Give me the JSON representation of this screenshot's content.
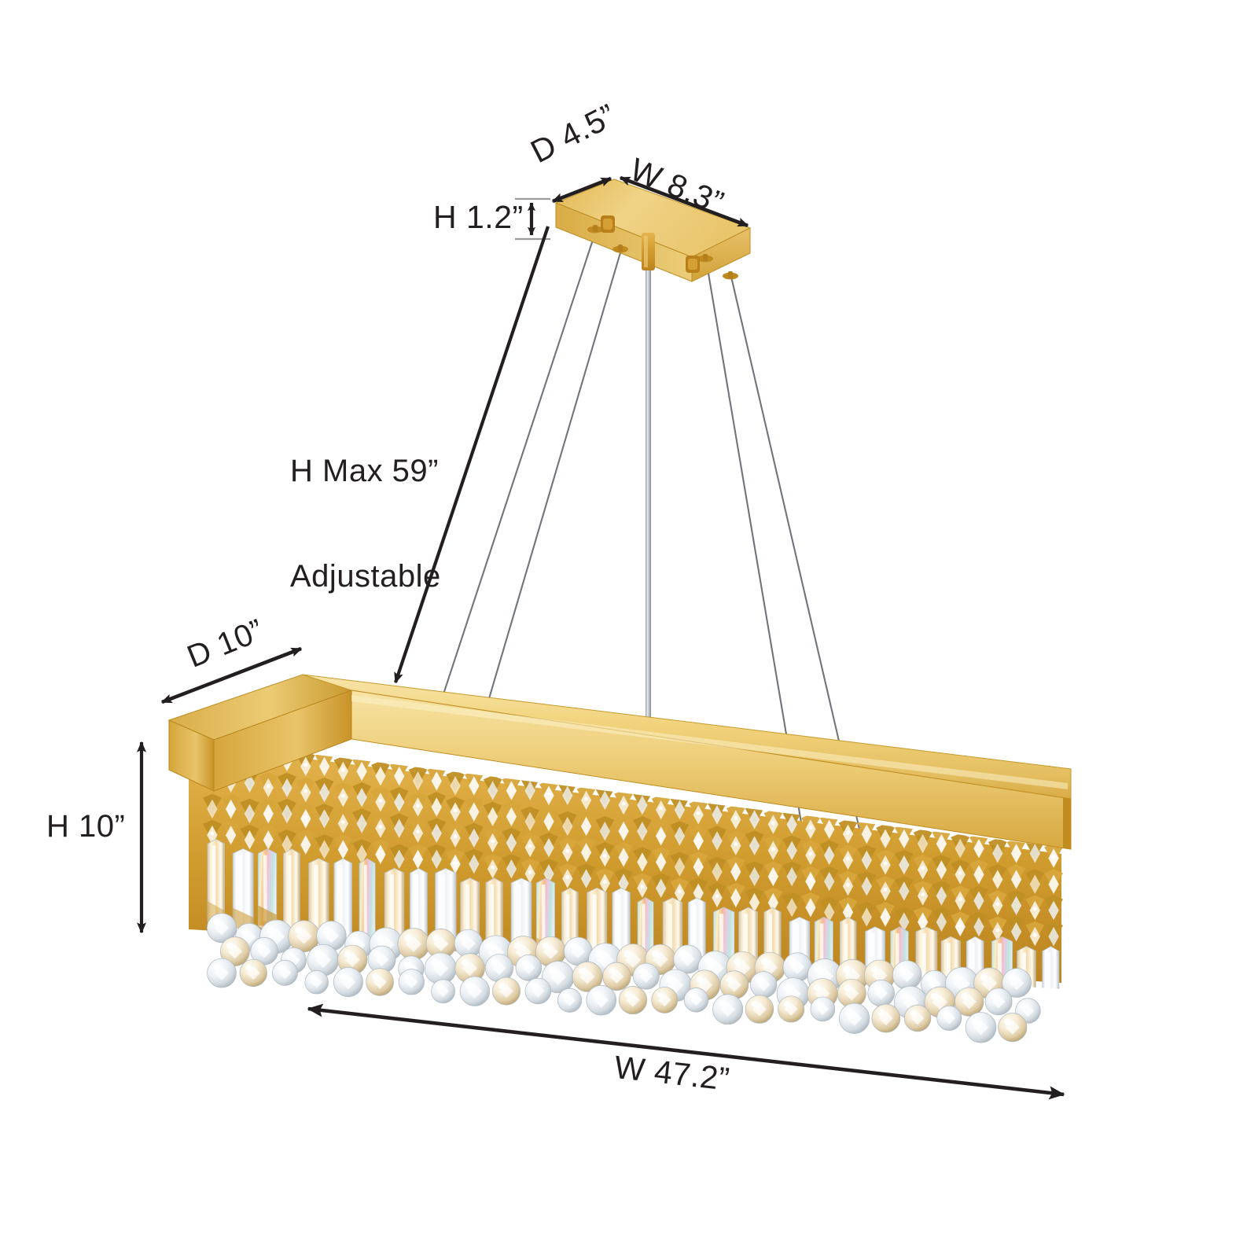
{
  "diagram": {
    "title": "Rectangular Crystal Chandelier Dimension Diagram",
    "product": "gold rectangular crystal linear chandelier",
    "background_color": "#ffffff",
    "line_color": "#231f20"
  },
  "dimensions": {
    "canopy_depth": "D 4.5”",
    "canopy_width": "W 8.3”",
    "canopy_height": "H 1.2”",
    "adjustable_height_line1": "H Max 59”",
    "adjustable_height_line2": "Adjustable",
    "fixture_depth": "D 10”",
    "fixture_height": "H 10”",
    "fixture_width": "W 47.2”"
  },
  "colors": {
    "gold_top": "#f2d47e",
    "gold_top_bright": "#f6e0a0",
    "gold_face": "#e8bf5e",
    "gold_shadow": "#c9992f",
    "gold_dark": "#a87a1c",
    "crystal": "#f4f6f8",
    "cable": "#9aa0a6",
    "arrow": "#231f20"
  },
  "fixture": {
    "canopy": {
      "name": "ceiling canopy plate",
      "cable_anchor_count": 4,
      "screw_fitting_count": 2,
      "center_rod": true
    },
    "suspension": {
      "cable_count": 4,
      "center_rod_count": 1
    },
    "body": {
      "crystal_band_rows": 4,
      "prism_count": 34,
      "ball_rows": 3,
      "frame_material": "polished gold"
    }
  }
}
